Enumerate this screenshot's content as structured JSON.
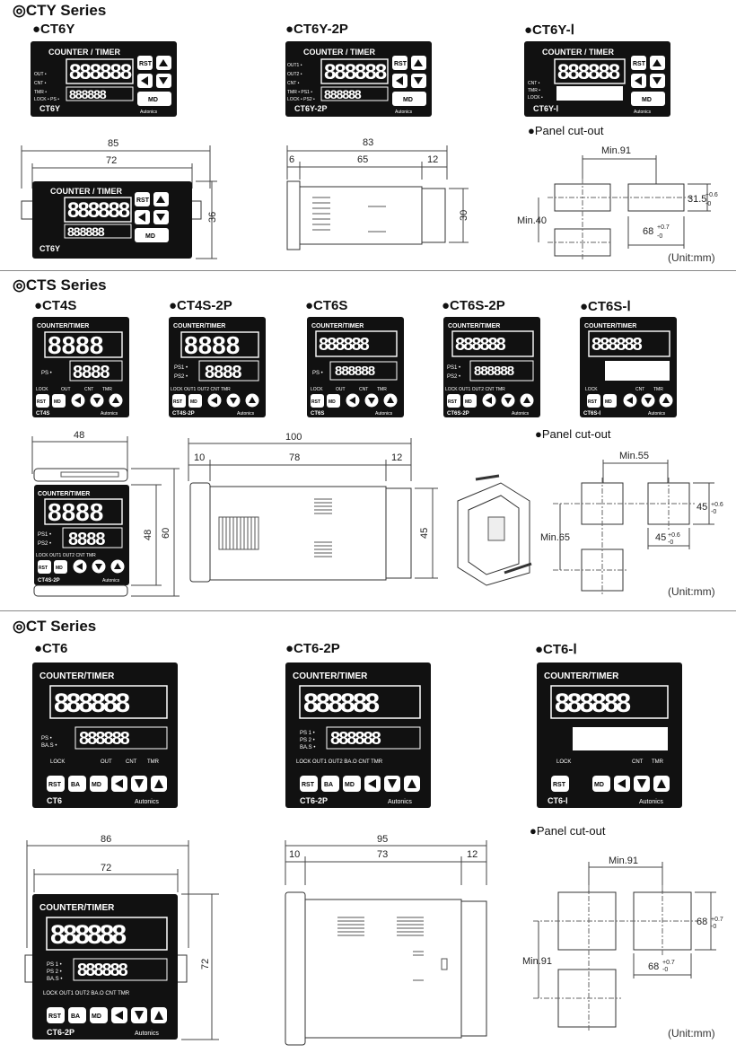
{
  "sections": {
    "cty": {
      "title": "◎CTY Series",
      "models": [
        "●CT6Y",
        "●CT6Y-2P",
        "●CT6Y-Ⅰ"
      ],
      "dims": {
        "w_outer": "85",
        "w_face": "72",
        "h_face": "36",
        "len_total": "83",
        "len_a": "6",
        "len_b": "65",
        "len_c": "12",
        "h_body": "30",
        "cut_min_w": "Min.91",
        "cut_min_h": "Min.40",
        "cut_h": "31.5",
        "cut_w": "68"
      },
      "cutout_label": "●Panel cut-out",
      "unit": "(Unit:mm)"
    },
    "cts": {
      "title": "◎CTS Series",
      "models": [
        "●CT4S",
        "●CT4S-2P",
        "●CT6S",
        "●CT6S-2P",
        "●CT6S-Ⅰ"
      ],
      "dims": {
        "w_outer": "48",
        "h_face": "48",
        "h_outer": "60",
        "len_total": "100",
        "len_a": "10",
        "len_b": "78",
        "len_c": "12",
        "h_body": "45",
        "cut_min_w": "Min.55",
        "cut_min_h": "Min.65",
        "cut_h": "45",
        "cut_w": "45"
      },
      "cutout_label": "●Panel cut-out",
      "unit": "(Unit:mm)"
    },
    "ct": {
      "title": "◎CT Series",
      "models": [
        "●CT6",
        "●CT6-2P",
        "●CT6-Ⅰ"
      ],
      "dims": {
        "w_outer": "86",
        "w_face": "72",
        "h_face": "72",
        "len_total": "95",
        "len_a": "10",
        "len_b": "73",
        "len_c": "12",
        "cut_min_w": "Min.91",
        "cut_min_h": "Min.91",
        "cut_h": "68",
        "cut_w": "68"
      },
      "cutout_label": "●Panel cut-out",
      "unit": "(Unit:mm)"
    }
  },
  "device_text": {
    "header": "COUNTER / TIMER",
    "header2": "COUNTER/TIMER",
    "digits6": "888888",
    "digits4": "8888",
    "brand": "Autonics",
    "rst": "RST",
    "md": "MD",
    "ba": "BA",
    "labels": {
      "out": "OUT",
      "cnt": "CNT",
      "tmr": "TMR",
      "lock": "LOCK",
      "ps": "PS",
      "ps1": "PS1",
      "ps2": "PS2",
      "out1": "OUT1",
      "out2": "OUT2",
      "bas": "BA.S",
      "bao": "BA.O",
      "ps_1": "PS 1",
      "ps_2": "PS 2"
    },
    "names": {
      "ct6y": "CT6Y",
      "ct6y2p": "CT6Y-2P",
      "ct6yi": "CT6Y-Ⅰ",
      "ct4s": "CT4S",
      "ct4s2p": "CT4S-2P",
      "ct6s": "CT6S",
      "ct6s2p": "CT6S-2P",
      "ct6si": "CT6S-Ⅰ",
      "ct6": "CT6",
      "ct62p": "CT6-2P",
      "ct6i": "CT6-Ⅰ"
    }
  },
  "tolerance": {
    "plus6": "+0.6",
    "plus7": "+0.7",
    "zero": "-0"
  }
}
